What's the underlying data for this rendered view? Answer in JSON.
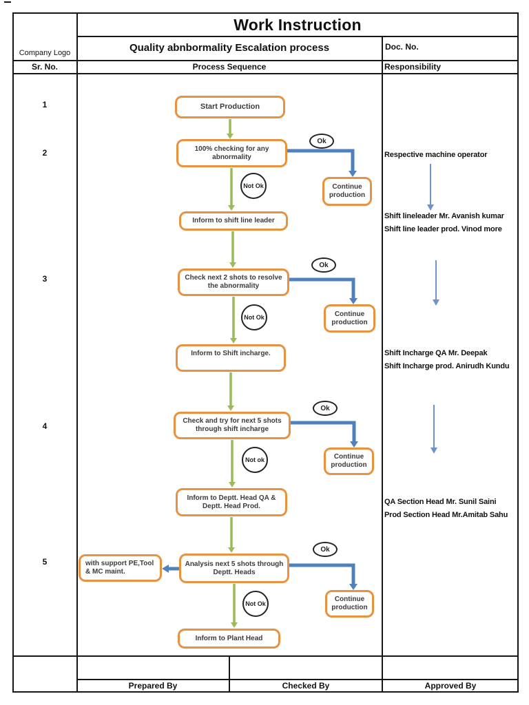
{
  "header": {
    "title": "Work Instruction",
    "subtitle": "Quality abnbormality Escalation process",
    "doc_no": "Doc. No.",
    "company_logo": "Company Logo"
  },
  "table": {
    "sr_no": "Sr. No.",
    "process_sequence": "Process Sequence",
    "responsibility": "Responsibility"
  },
  "steps": {
    "s1": "1",
    "s2": "2",
    "s3": "3",
    "s4": "4",
    "s5": "5"
  },
  "flow": {
    "start": "Start Production",
    "check100": "100% checking for any abnormality",
    "inform_line_leader": "Inform to shift line leader",
    "check2shots": "Check next 2 shots to resolve the abnormality",
    "inform_shift_incharge": "Inform to Shift incharge.",
    "check5shots": "Check and try for next 5 shots through shift incharge",
    "inform_dept_head": "Inform to  Deptt. Head QA & Deptt. Head  Prod.",
    "analysis5shots": "Analysis next 5 shots through Deptt. Heads",
    "inform_plant_head": "Inform to Plant Head",
    "support": "with support PE,Tool & MC maint.",
    "continue": "Continue production",
    "ok": "Ok",
    "not_ok_1": "Not Ok",
    "not_ok_2": "Not Ok",
    "not_ok_3": "Not ok",
    "not_ok_4": "Not Ok"
  },
  "responsibility": {
    "operator": "Respective machine operator",
    "line_leader_qa": "Shift lineleader Mr. Avanish kumar",
    "line_leader_prod": "Shift line leader prod. Vinod more",
    "incharge_qa": "Shift Incharge QA Mr. Deepak",
    "incharge_prod": "Shift Incharge prod. Anirudh Kundu",
    "section_head_qa": "QA Section Head Mr. Sunil Saini",
    "section_head_prod": "Prod Section Head Mr.Amitab Sahu"
  },
  "footer": {
    "prepared_by": "Prepared By",
    "checked_by": "Checked By",
    "approved_by": "Approved By"
  },
  "colors": {
    "box_border_orange": "#E8913E",
    "flow_arrow_green": "#9BBB59",
    "ok_arrow_blue": "#4F81BD",
    "resp_arrow_blue": "#6E93C8"
  }
}
